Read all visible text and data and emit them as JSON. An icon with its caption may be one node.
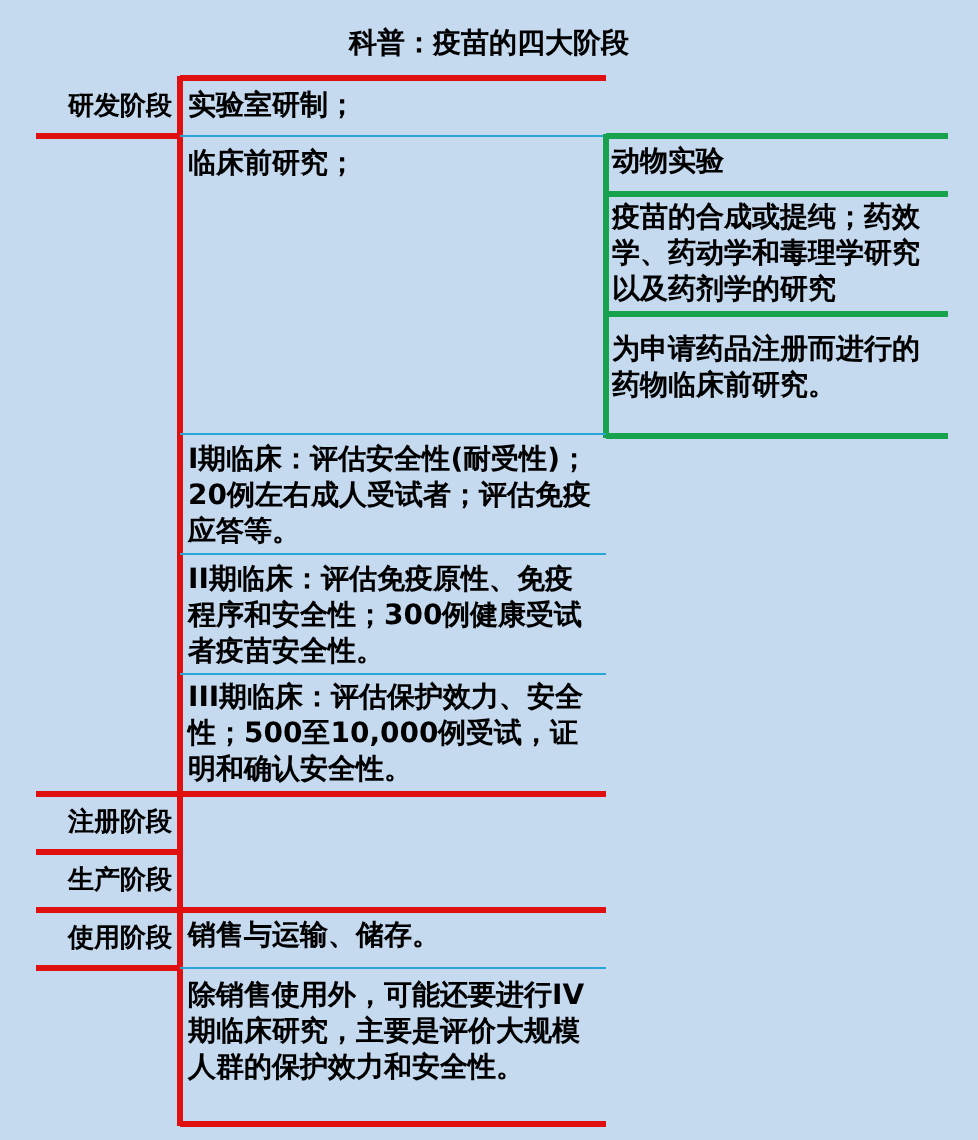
{
  "diagram": {
    "title": "科普：疫苗的四大阶段",
    "nodes": [
      {
        "text": [
          "研发阶段"
        ]
      },
      {
        "text": [
          "实验室研制；"
        ]
      },
      {
        "text": [
          "临床前研究；"
        ]
      },
      {
        "text": [
          "动物实验"
        ]
      },
      {
        "text": [
          "疫苗的合成或提纯；药效学、药动学和毒理学研究以及药剂学的研究"
        ]
      },
      {
        "text": [
          "为申请药品注册而进行的药物临床前研究。"
        ]
      },
      {
        "text": [
          "I期临床：评估安全性(耐受性)；20例左右成人受试者；评估免疫应答等。"
        ]
      },
      {
        "text": [
          "II期临床：评估免疫原性、免疫程序和安全性；300例健康受试者疫苗安全性。"
        ]
      },
      {
        "text": [
          "III期临床：评估保护效力、安全性；500至10,000例受试，证明和确认安全性。"
        ]
      },
      {
        "text": [
          "注册阶段"
        ]
      },
      {
        "text": [
          "生产阶段"
        ]
      },
      {
        "text": [
          "使用阶段"
        ]
      },
      {
        "text": [
          "销售与运输、储存。"
        ]
      },
      {
        "text": [
          "除销售使用外，可能还要进行IV期临床研究，主要是评价大规模人群的保护效力和安全性。"
        ]
      }
    ]
  }
}
